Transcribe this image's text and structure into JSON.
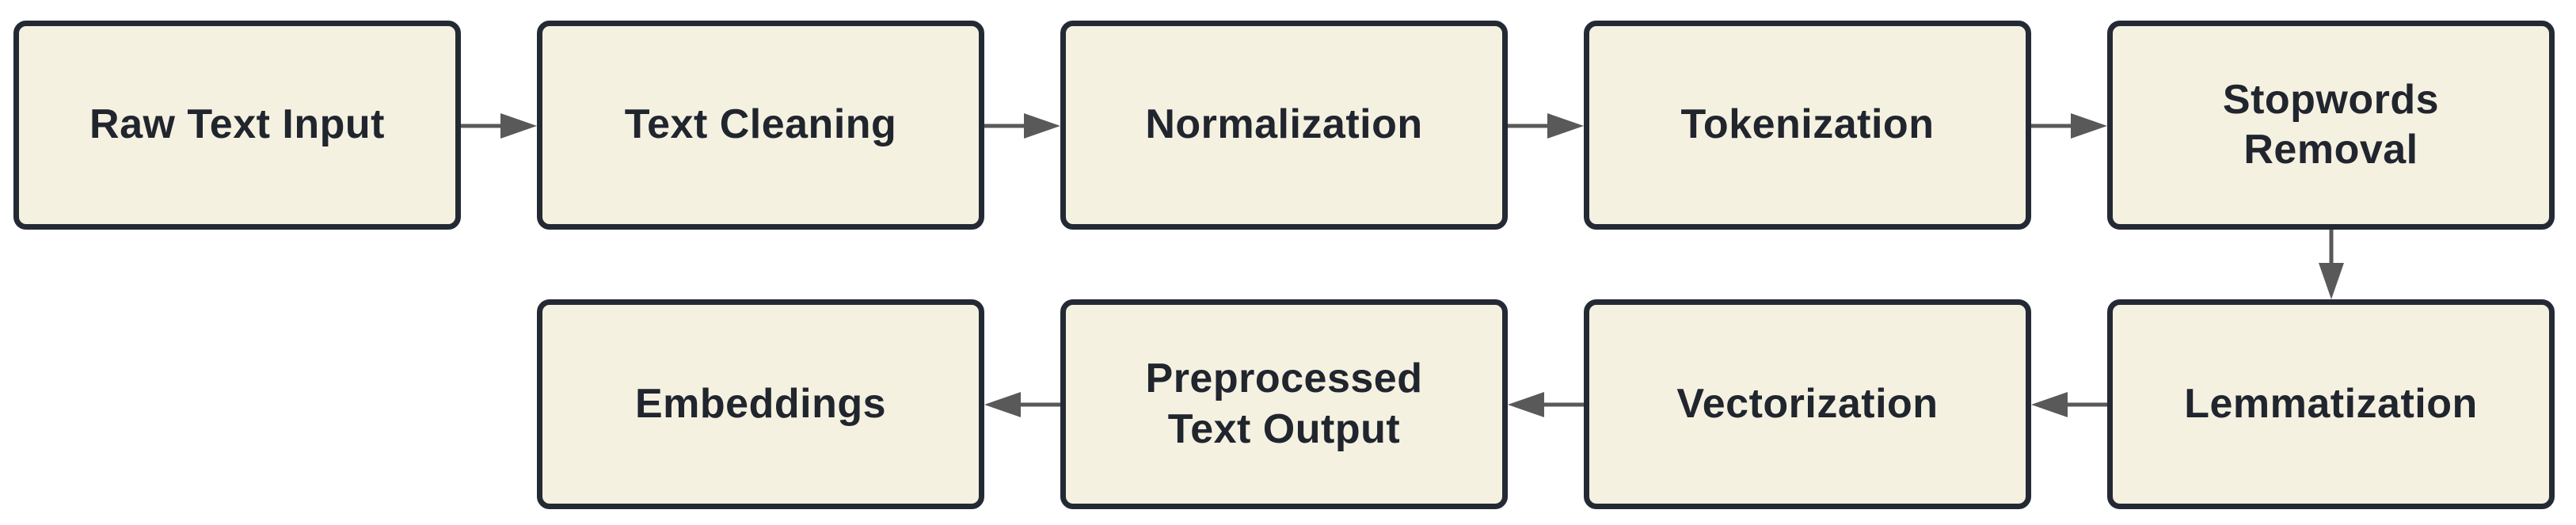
{
  "diagram": {
    "type": "flowchart",
    "background": "#ffffff",
    "colors": {
      "node-fill": "#f4f1e1",
      "node-border": "#242a34",
      "node-text": "#20252e",
      "arrow": "#595959"
    },
    "nodes": [
      {
        "id": "raw-text-input",
        "label": "Raw Text Input"
      },
      {
        "id": "text-cleaning",
        "label": "Text Cleaning"
      },
      {
        "id": "normalization",
        "label": "Normalization"
      },
      {
        "id": "tokenization",
        "label": "Tokenization"
      },
      {
        "id": "stopwords-removal",
        "label": "Stopwords\nRemoval"
      },
      {
        "id": "embeddings",
        "label": "Embeddings"
      },
      {
        "id": "preprocessed-text-output",
        "label": "Preprocessed\nText Output"
      },
      {
        "id": "vectorization",
        "label": "Vectorization"
      },
      {
        "id": "lemmatization",
        "label": "Lemmatization"
      }
    ],
    "edges": [
      {
        "from": "raw-text-input",
        "to": "text-cleaning"
      },
      {
        "from": "text-cleaning",
        "to": "normalization"
      },
      {
        "from": "normalization",
        "to": "tokenization"
      },
      {
        "from": "tokenization",
        "to": "stopwords-removal"
      },
      {
        "from": "stopwords-removal",
        "to": "lemmatization"
      },
      {
        "from": "lemmatization",
        "to": "vectorization"
      },
      {
        "from": "vectorization",
        "to": "preprocessed-text-output"
      },
      {
        "from": "preprocessed-text-output",
        "to": "embeddings"
      }
    ]
  }
}
